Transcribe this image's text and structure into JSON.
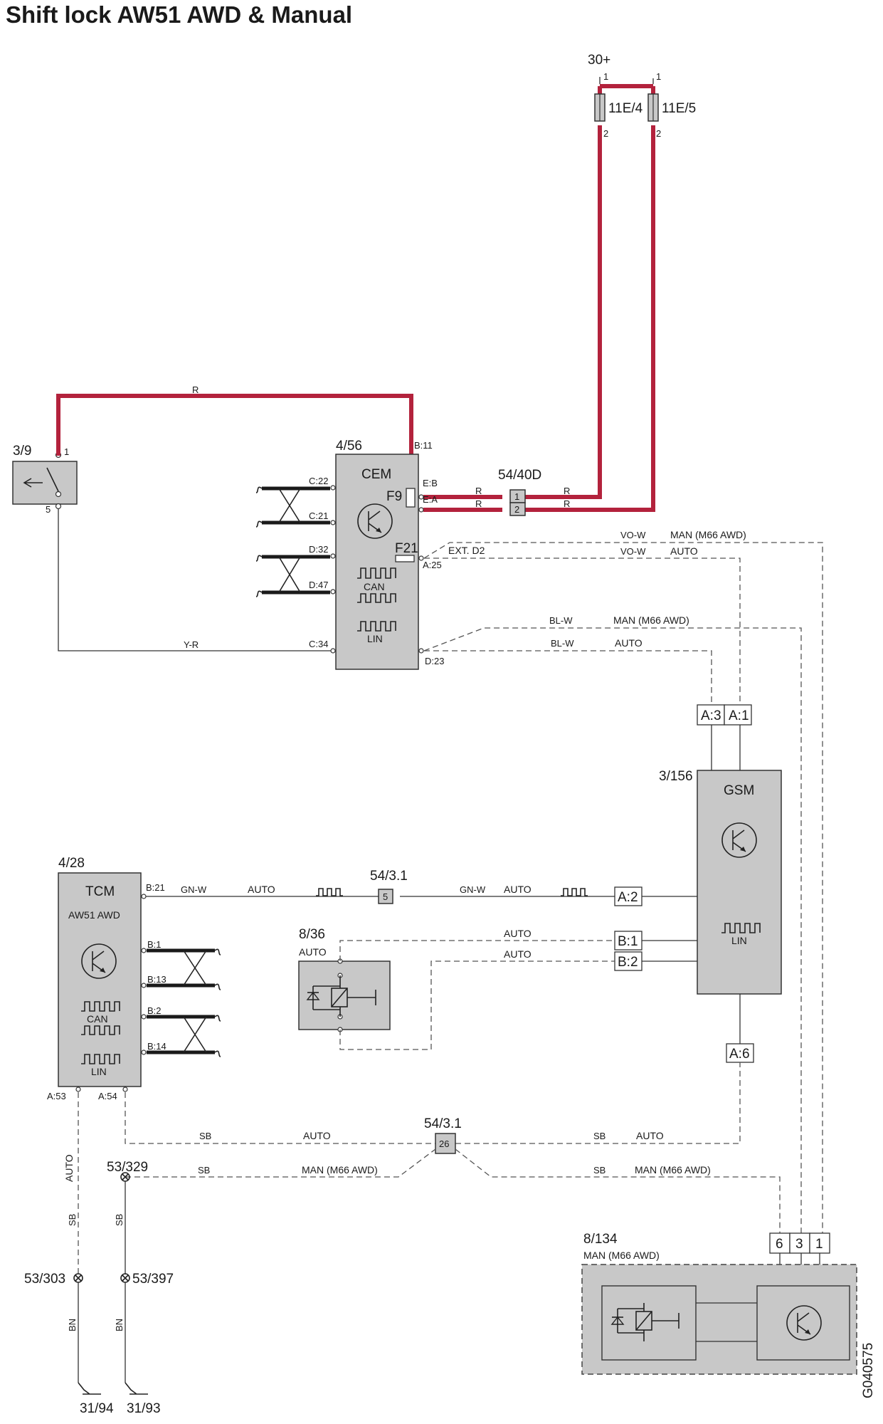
{
  "title": "Shift lock AW51 AWD & Manual",
  "drawing_id": "G040575",
  "power": {
    "label": "30+",
    "pin1a": "1",
    "pin1b": "1",
    "pin2a": "2",
    "pin2b": "2",
    "fuse_a": "11E/4",
    "fuse_b": "11E/5"
  },
  "switch_3_9": {
    "id": "3/9",
    "pin_top": "1",
    "pin_bottom": "5"
  },
  "cem": {
    "id": "4/56",
    "name": "CEM",
    "fuse_f9": "F9",
    "fuse_f21": "F21",
    "can": "CAN",
    "lin": "LIN",
    "pins": {
      "b11": "B:11",
      "eb": "E:B",
      "ea": "E:A",
      "a25": "A:25",
      "c22": "C:22",
      "c21": "C:21",
      "d32": "D:32",
      "d47": "D:47",
      "c34": "C:34",
      "d23": "D:23"
    }
  },
  "connector_54_40d": {
    "id": "54/40D",
    "pin1": "1",
    "pin2": "2"
  },
  "wires": {
    "r": "R",
    "yr": "Y-R",
    "vow": "VO-W",
    "blw": "BL-W",
    "gnw": "GN-W",
    "sb": "SB",
    "bn": "BN",
    "ext_d2": "EXT. D2",
    "man": "MAN (M66 AWD)",
    "auto": "AUTO"
  },
  "gsm": {
    "id": "3/156",
    "name": "GSM",
    "lin": "LIN",
    "a3": "A:3",
    "a1": "A:1",
    "a2": "A:2",
    "b1": "B:1",
    "b2": "B:2",
    "a6": "A:6"
  },
  "tcm": {
    "id": "4/28",
    "name": "TCM",
    "subtitle": "AW51 AWD",
    "can": "CAN",
    "lin": "LIN",
    "pins": {
      "b21": "B:21",
      "b1": "B:1",
      "b13": "B:13",
      "b2": "B:2",
      "b14": "B:14",
      "a53": "A:53",
      "a54": "A:54"
    }
  },
  "splice_5": {
    "id": "54/3.1",
    "num": "5"
  },
  "splice_26": {
    "id": "54/3.1",
    "num": "26"
  },
  "solenoid_8_36": {
    "id": "8/36",
    "sub": "AUTO"
  },
  "module_8_134": {
    "id": "8/134",
    "sub": "MAN (M66 AWD)",
    "p6": "6",
    "p3": "3",
    "p1": "1"
  },
  "grounds": {
    "g53_329": "53/329",
    "g53_303": "53/303",
    "g53_397": "53/397",
    "g31_94": "31/94",
    "g31_93": "31/93"
  }
}
